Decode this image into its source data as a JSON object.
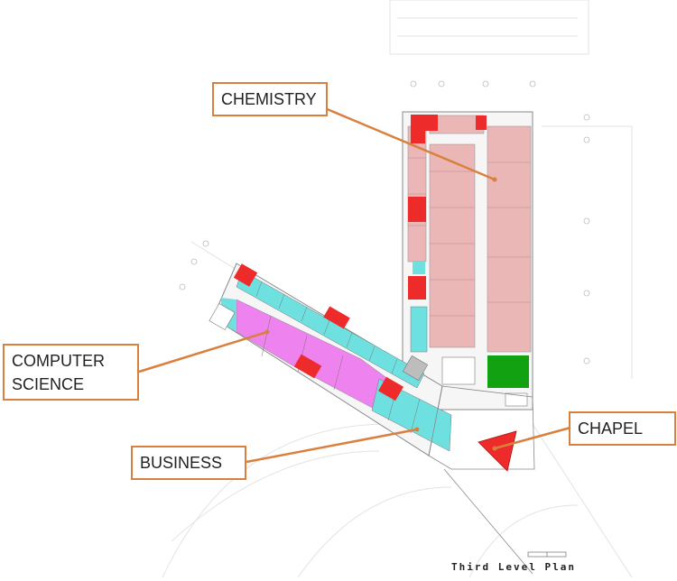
{
  "plan_title": "Third Level Plan",
  "labels": {
    "chemistry": "CHEMISTRY",
    "computer_science_line1": "COMPUTER",
    "computer_science_line2": "SCIENCE",
    "business": "BUSINESS",
    "chapel": "CHAPEL"
  },
  "zone_colors": {
    "chemistry": "#ebb6b6",
    "computer_science": "#ee82ee",
    "business": "#6fe0e0",
    "chapel": "#ee2b2b",
    "support": "#ee2b2b",
    "green": "#11a111",
    "leader": "#d9803f"
  }
}
